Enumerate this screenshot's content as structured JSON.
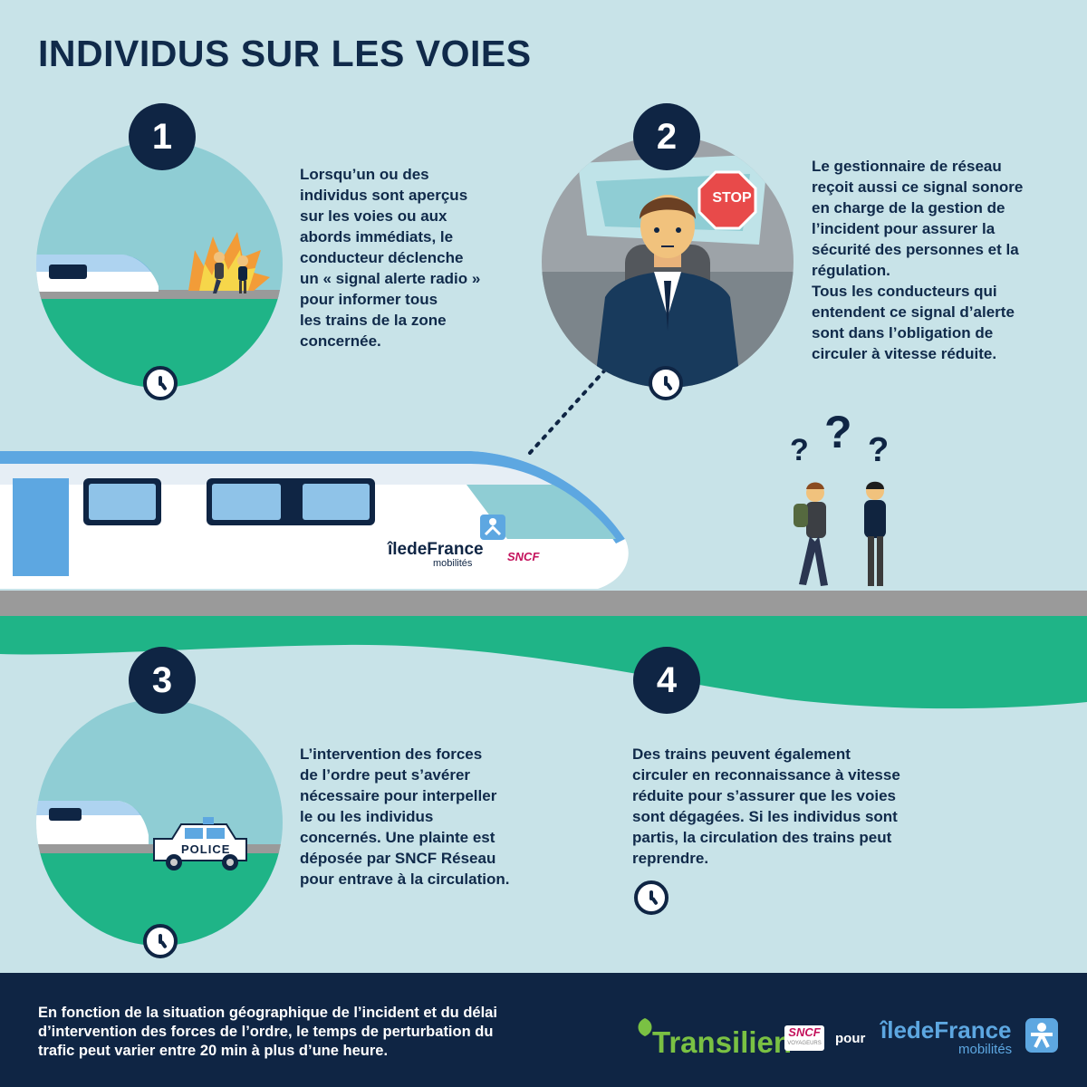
{
  "title": "INDIVIDUS SUR LES VOIES",
  "steps": [
    {
      "number": "1",
      "lines": [
        "Lorsqu’un ou des",
        "individus sont aperçus",
        "sur les voies ou aux",
        "abords immédiats, le",
        "conducteur déclenche",
        "un « signal alerte radio »",
        "pour informer tous",
        "les trains de la zone",
        "concernée."
      ]
    },
    {
      "number": "2",
      "lines": [
        "Le gestionnaire de réseau",
        "reçoit aussi ce signal sonore",
        "en charge de la gestion de",
        "l’incident pour assurer la",
        "sécurité des personnes et la",
        "régulation.",
        "Tous les conducteurs qui",
        "entendent ce signal d’alerte",
        "sont dans l’obligation de",
        "circuler à vitesse réduite."
      ]
    },
    {
      "number": "3",
      "lines": [
        "L’intervention des forces",
        "de l’ordre peut s’avérer",
        "nécessaire pour interpeller",
        "le ou les individus",
        "concernés. Une plainte est",
        "déposée par SNCF Réseau",
        "pour entrave à la circulation."
      ]
    },
    {
      "number": "4",
      "lines": [
        "Des trains peuvent également",
        "circuler en reconnaissance à vitesse",
        "réduite pour s’assurer que les voies",
        "sont dégagées. Si les individus sont",
        "partis, la circulation des trains peut",
        "reprendre."
      ]
    }
  ],
  "illustration": {
    "stop_sign": "STOP",
    "police_label": "POLICE",
    "train_brand": "îledeFrance",
    "train_brand_sub": "mobilités",
    "train_operator": "SNCF",
    "question_marks": [
      "?",
      "?",
      "?"
    ]
  },
  "footer": {
    "lines": [
      "En fonction de la situation géographique de l’incident et du délai",
      "d’intervention des forces de l’ordre, le temps de perturbation du",
      "trafic peut varier entre 20 min à plus d’une heure."
    ],
    "logo_transilien": "Transilien",
    "logo_sncf": "SNCF",
    "logo_sncf_sub": "VOYAGEURS",
    "pour": "pour",
    "logo_idf": "îledeFrance",
    "logo_idf_sub": "mobilités"
  },
  "colors": {
    "navy": "#0f2544",
    "green": "#1fb487",
    "teal": "#8fcdd4",
    "background": "#c8e3e8",
    "grey": "#9a9a9a",
    "blue": "#5da7e1"
  }
}
